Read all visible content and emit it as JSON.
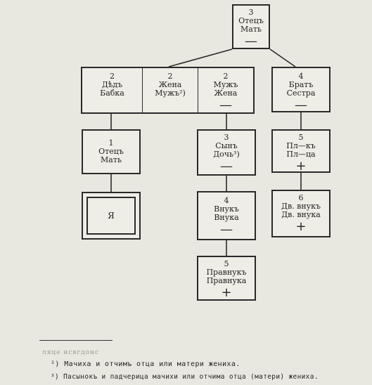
{
  "boxes": {
    "top": {
      "num": "3",
      "l1": "Отецъ",
      "l2": "Мать",
      "sign": "—"
    },
    "g2a": {
      "num": "2",
      "l1": "Дѣдъ",
      "l2": "Бабка"
    },
    "g2b": {
      "num": "2",
      "l1": "Жена",
      "l2": "Мужъ²)"
    },
    "g2c": {
      "num": "2",
      "l1": "Мужъ",
      "l2": "Жена",
      "sign": "—"
    },
    "brat": {
      "num": "4",
      "l1": "Братъ",
      "l2": "Сестра",
      "sign": "—"
    },
    "otec": {
      "num": "1",
      "l1": "Отецъ",
      "l2": "Мать"
    },
    "syn": {
      "num": "3",
      "l1": "Сынъ",
      "l2": "Дочь³)",
      "sign": "—"
    },
    "plem": {
      "num": "5",
      "l1": "Пл—къ",
      "l2": "Пл—ца",
      "sign": "+"
    },
    "ego": {
      "label": "Я"
    },
    "vnuk": {
      "num": "4",
      "l1": "Внукъ",
      "l2": "Внука",
      "sign": "—"
    },
    "dv": {
      "num": "6",
      "l1": "Дв. внукъ",
      "l2": "Дв. внука",
      "sign": "+"
    },
    "prav": {
      "num": "5",
      "l1": "Правнукъ",
      "l2": "Правнука",
      "sign": "+"
    }
  },
  "footnotes": {
    "faint": "ляце нсвгдонс",
    "n2": "²) Мачиха и отчимъ отца или матери жениха.",
    "n3": "³) Пасынокъ и падчерица мачихи или отчима отца (матери) жениха."
  }
}
